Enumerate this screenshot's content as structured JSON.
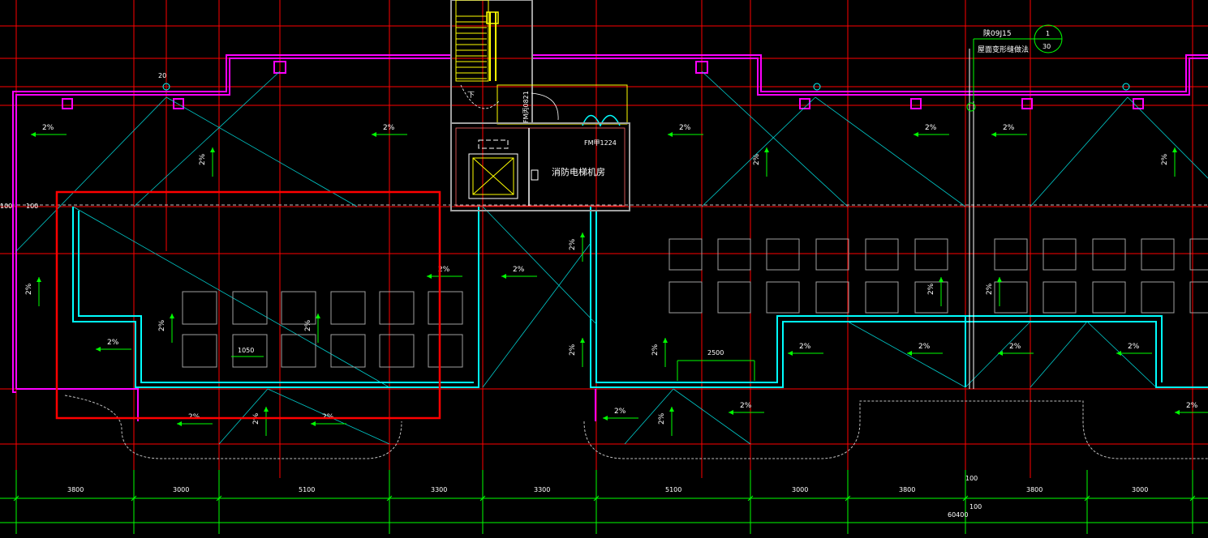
{
  "drawing": {
    "std_code": "陕09J15",
    "joint_note": "屋面变形缝做法",
    "callout_num": "1",
    "callout_ref": "30",
    "room_label": "消防电梯机房",
    "door_fm1": "FM丙0821",
    "door_fm2": "FM甲1224",
    "stair_down": "下",
    "dim_1050": "1050",
    "dim_2500": "2500",
    "dim_100_left": "100",
    "dim_100_left2": "100",
    "dim_100_mid": "100",
    "dim_100_mid2": "100",
    "dim_20": "20",
    "total_width": "60400",
    "slope_label": "2%",
    "colors": {
      "background": "#000000",
      "axis_red": "#ff0000",
      "wall_magenta": "#ff00ff",
      "parapet_cyan": "#00ffff",
      "slope_green": "#00ff00",
      "dim_green": "#00ff00",
      "stair_yellow": "#ffff00",
      "frame_gray": "#808080",
      "highlight_box": "#ff0000"
    }
  },
  "dimensions": [
    "3800",
    "3000",
    "5100",
    "3300",
    "3300",
    "5100",
    "3000",
    "3800",
    "3800",
    "3000"
  ]
}
